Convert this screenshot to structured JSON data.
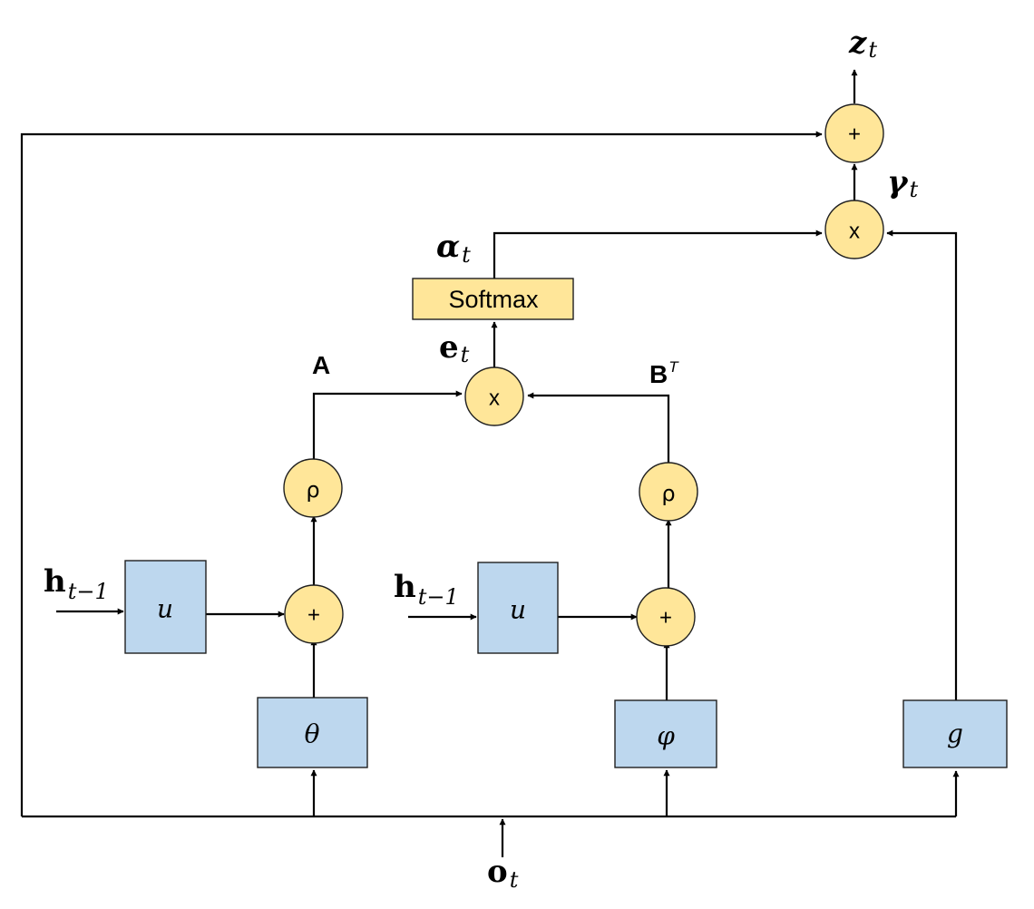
{
  "nodes": {
    "plus": "+",
    "times": "x",
    "rho": "ρ",
    "softmax": "Softmax",
    "u": "u",
    "theta": "θ",
    "phi": "φ",
    "g": "g"
  },
  "labels": {
    "z": "z",
    "z_sub": "t",
    "gamma": "γ",
    "gamma_sub": "t",
    "alpha": "α",
    "alpha_sub": "t",
    "e": "e",
    "e_sub": "t",
    "A": "A",
    "B": "B",
    "B_sup": "T",
    "h": "h",
    "h_sub": "t−1",
    "o": "o",
    "o_sub": "t"
  },
  "colors": {
    "box_fill": "#bdd7ee",
    "node_fill": "#ffe699",
    "line": "#000000"
  }
}
